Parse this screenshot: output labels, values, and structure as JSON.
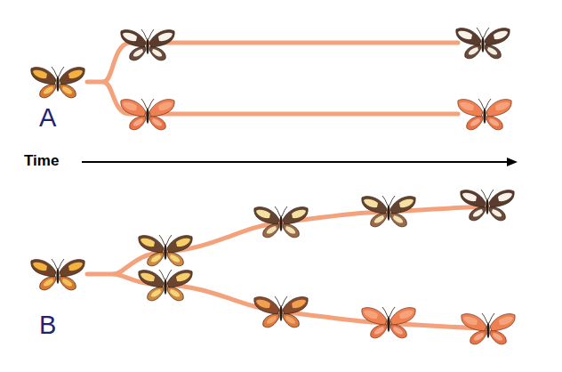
{
  "diagram": {
    "labels": [
      "A",
      "Time",
      "B"
    ]
  }
}
